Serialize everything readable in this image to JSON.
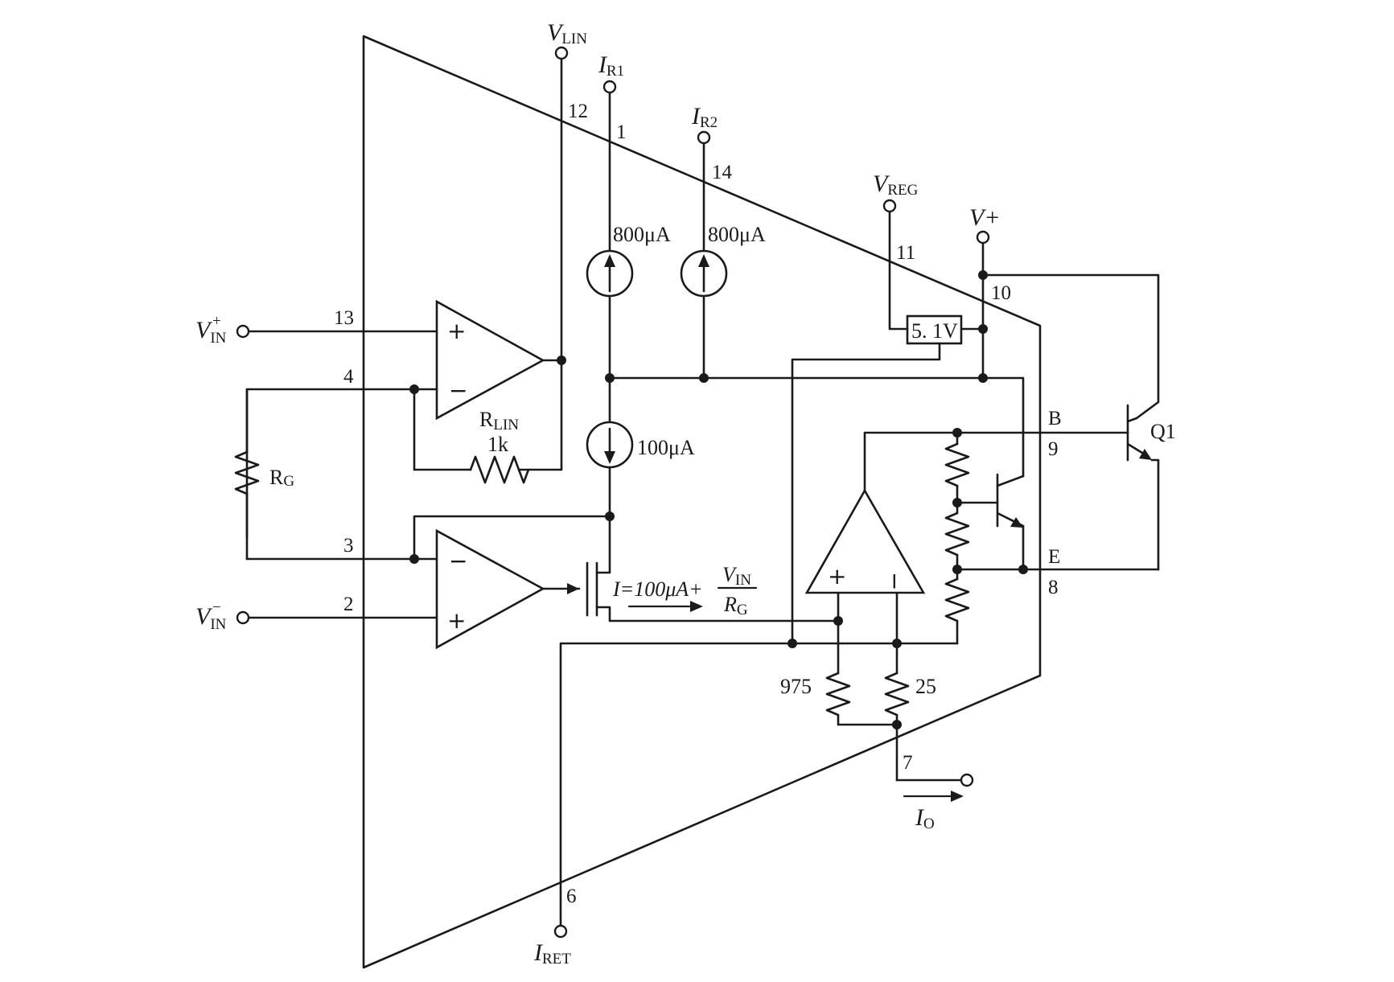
{
  "diagram": {
    "pins": {
      "p12": "12",
      "p1": "1",
      "p14": "14",
      "p11": "11",
      "p10": "10",
      "p13": "13",
      "p4": "4",
      "p3": "3",
      "p2": "2",
      "pB": "B",
      "p9": "9",
      "pE": "E",
      "p8": "8",
      "p7": "7",
      "p6": "6"
    },
    "terminals": {
      "vlin": {
        "main": "V",
        "sub": "LIN"
      },
      "ir1": {
        "main": "I",
        "sub": "R1"
      },
      "ir2": {
        "main": "I",
        "sub": "R2"
      },
      "vreg": {
        "main": "V",
        "sub": "REG"
      },
      "vplus": {
        "main": "V+"
      },
      "vin_pos": {
        "main": "V",
        "sub": "IN",
        "sup": "+"
      },
      "vin_neg": {
        "main": "V",
        "sub": "IN",
        "sup": "−"
      },
      "iret": {
        "main": "I",
        "sub": "RET"
      },
      "io": {
        "main": "I",
        "sub": "O"
      }
    },
    "components": {
      "cs1": "800μA",
      "cs2": "800μA",
      "cs3": "100μA",
      "regulator": "5. 1V",
      "rlin_name": {
        "main": "R",
        "sub": "LIN"
      },
      "rlin_value": "1k",
      "rg": {
        "main": "R",
        "sub": "G"
      },
      "r975": "975",
      "r25": "25",
      "q1": "Q1"
    },
    "equation": {
      "lhs": "I=100μA+",
      "num": "V",
      "num_sub": "IN",
      "den": "R",
      "den_sub": "G"
    },
    "opamp_signs": {
      "a1_plus": "+",
      "a1_minus": "−",
      "a2_minus": "−",
      "a2_plus": "+",
      "a3_plus": "+",
      "a3_minus": "−"
    }
  }
}
